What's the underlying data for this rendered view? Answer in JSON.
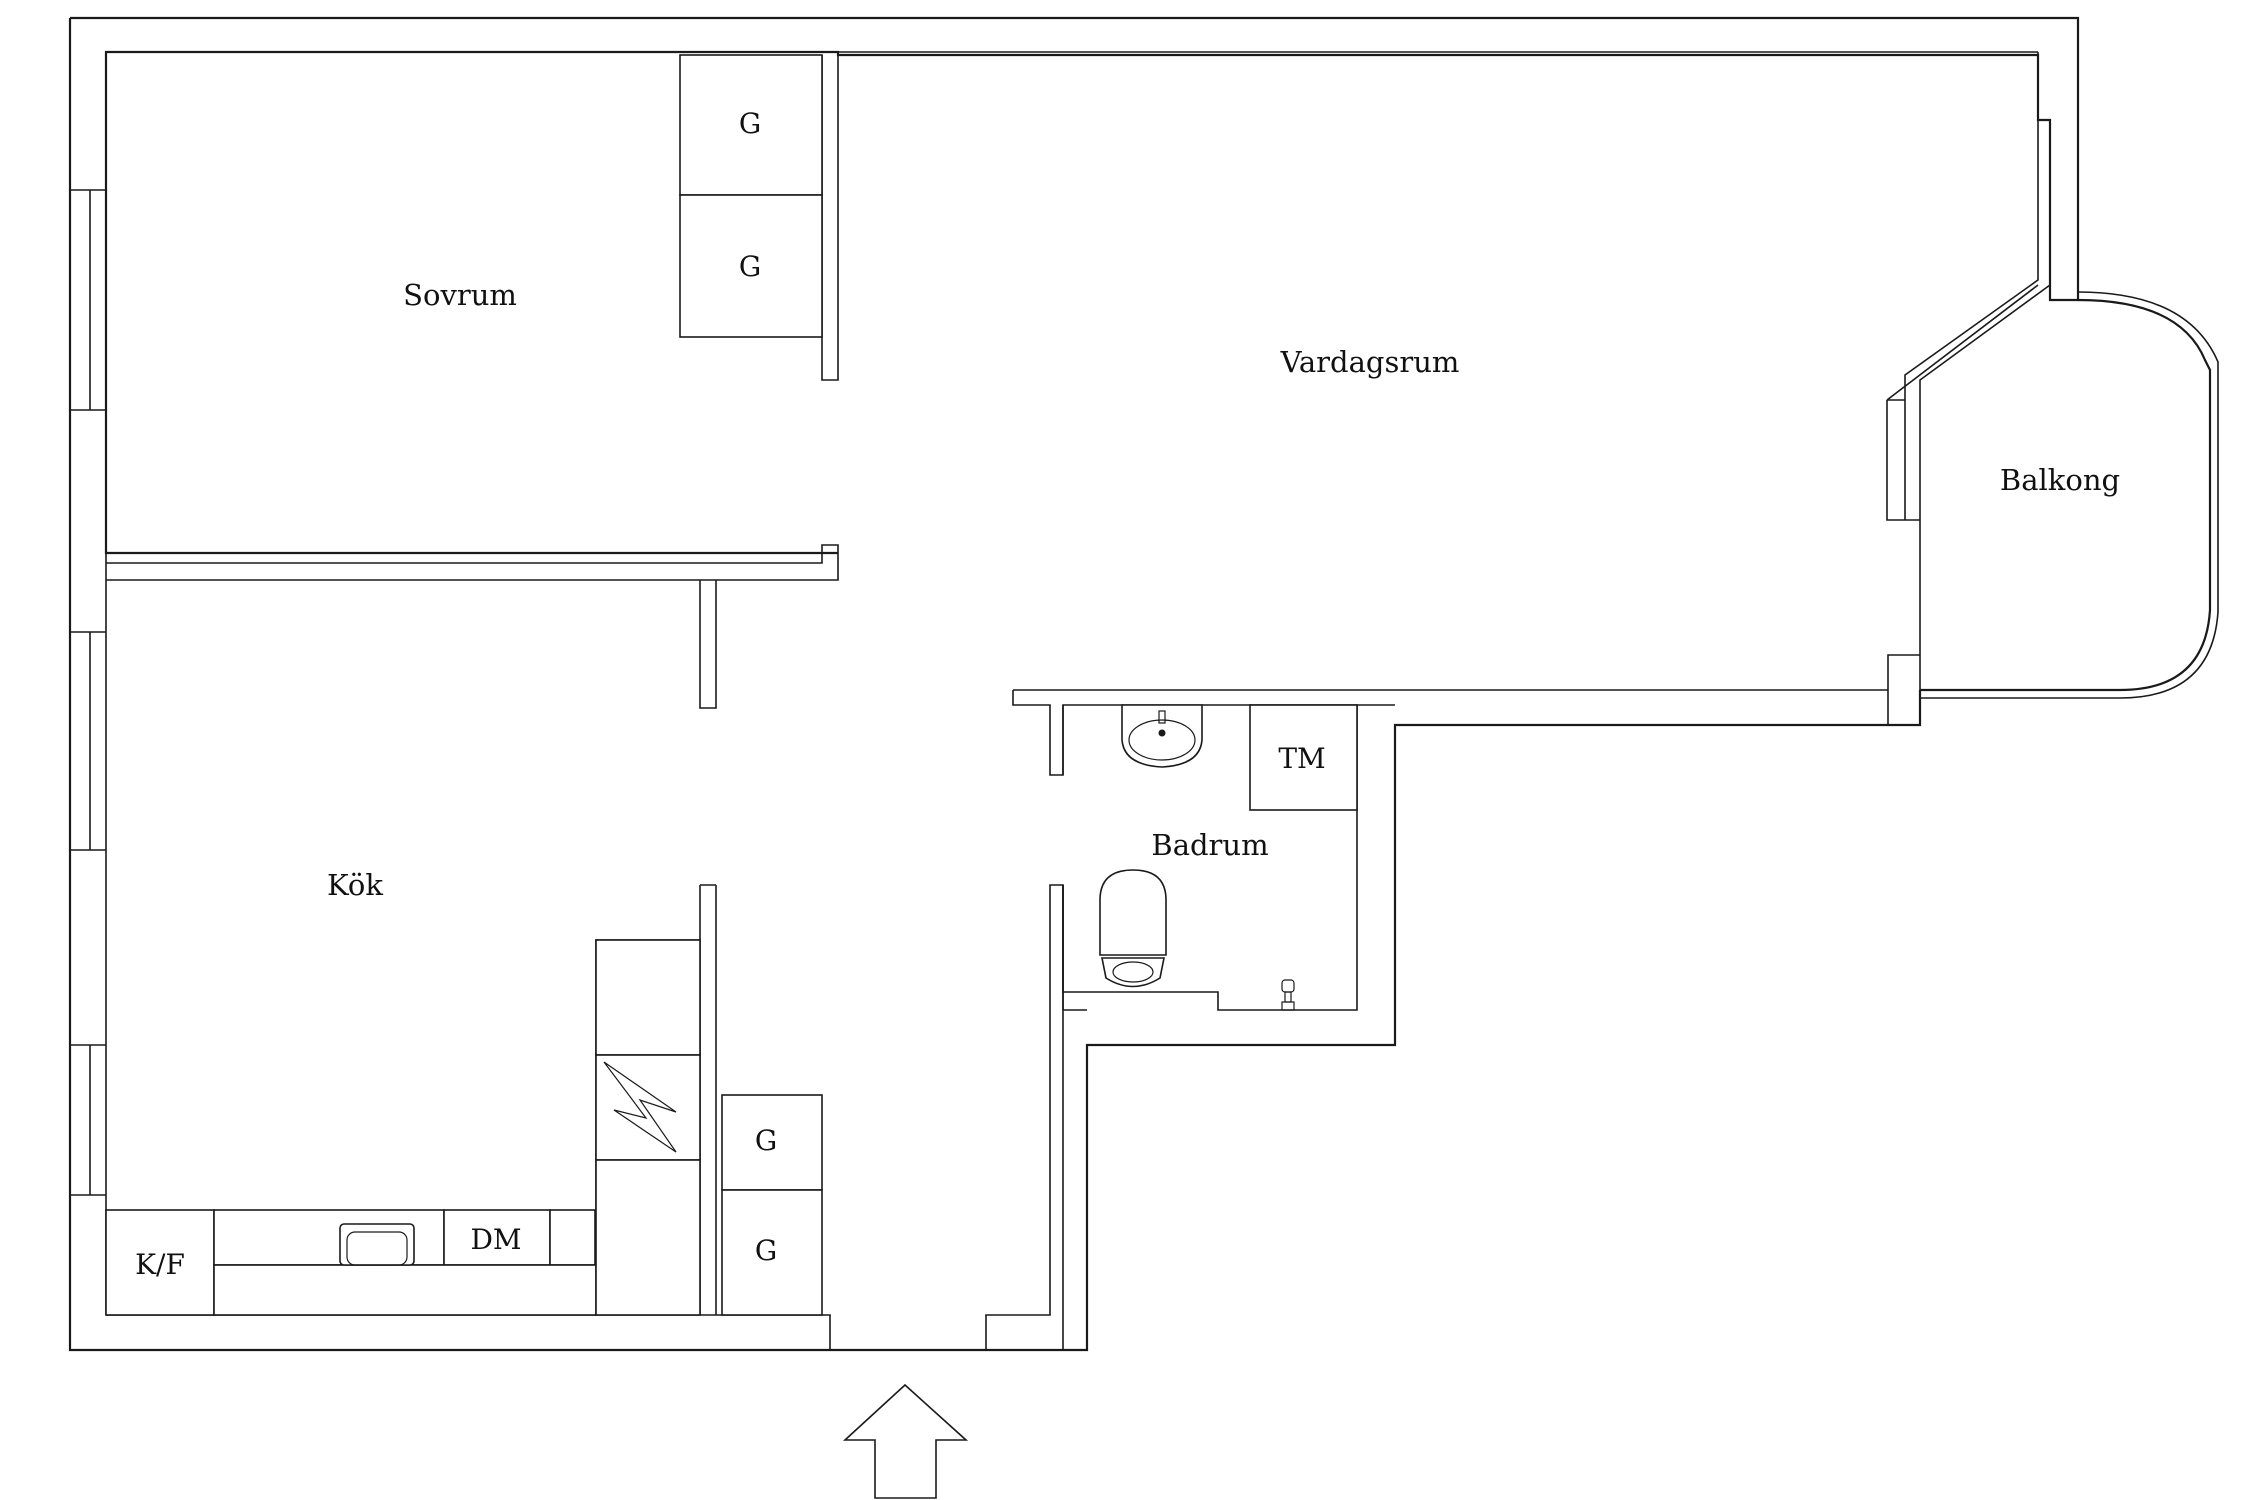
{
  "rooms": {
    "sovrum": "Sovrum",
    "vardagsrum": "Vardagsrum",
    "balkong": "Balkong",
    "kok": "Kök",
    "badrum": "Badrum"
  },
  "fixtures": {
    "wardrobe_top_1": "G",
    "wardrobe_top_2": "G",
    "wardrobe_bottom_1": "G",
    "wardrobe_bottom_2": "G",
    "washing_machine": "TM",
    "dishwasher": "DM",
    "fridge_freezer": "K/F"
  },
  "colors": {
    "line": "#1a1a1a",
    "background": "#ffffff"
  }
}
